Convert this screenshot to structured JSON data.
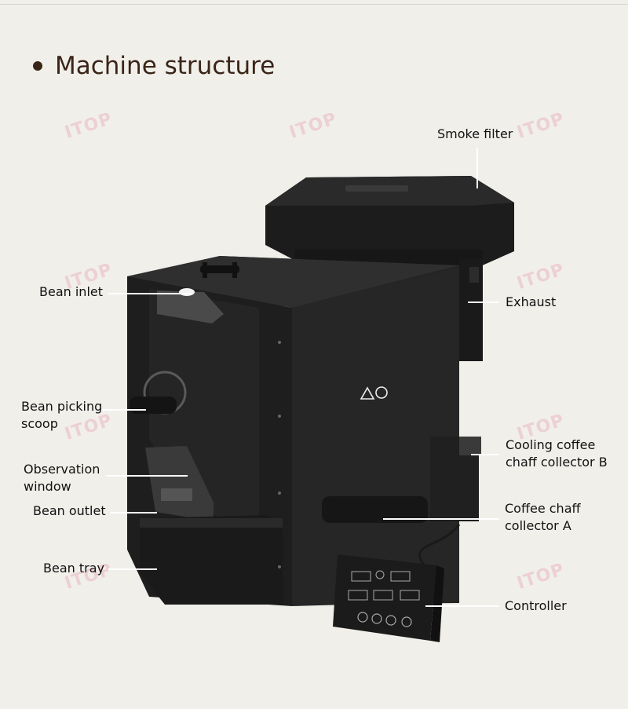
{
  "heading": "Machine structure",
  "watermark": "ITOP",
  "labels": {
    "smoke_filter": "Smoke filter",
    "bean_inlet": "Bean inlet",
    "exhaust": "Exhaust",
    "bean_picking_scoop": "Bean picking\nscoop",
    "cooling_chaff_b": "Cooling coffee\nchaff collector B",
    "observation_window": "Observation\nwindow",
    "bean_outlet": "Bean outlet",
    "coffee_chaff_a": "Coffee chaff\ncollector A",
    "bean_tray": "Bean tray",
    "controller": "Controller"
  },
  "colors": {
    "background": "#f1efea",
    "heading": "#3a2418",
    "machine_body": "#1f1f20",
    "machine_face": "#2b2b2c",
    "leader_line": "#ffffff"
  }
}
